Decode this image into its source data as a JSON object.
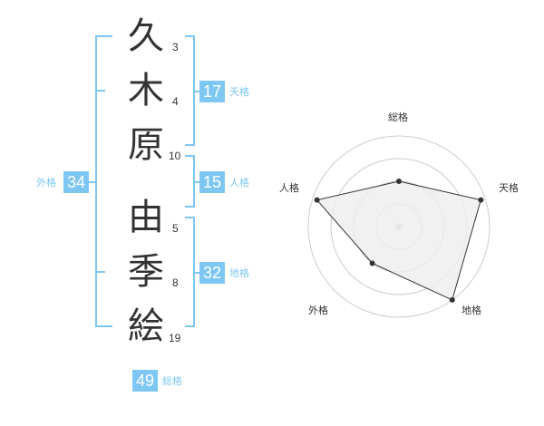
{
  "name_chars": [
    {
      "char": "久",
      "strokes": "3"
    },
    {
      "char": "木",
      "strokes": "4"
    },
    {
      "char": "原",
      "strokes": "10"
    },
    {
      "char": "由",
      "strokes": "5"
    },
    {
      "char": "季",
      "strokes": "8"
    },
    {
      "char": "絵",
      "strokes": "19"
    }
  ],
  "kaku": {
    "tenkaku": {
      "value": "17",
      "label": "天格"
    },
    "jinkaku": {
      "value": "15",
      "label": "人格"
    },
    "chikaku": {
      "value": "32",
      "label": "地格"
    },
    "gaikaku": {
      "value": "34",
      "label": "外格"
    },
    "soukaku": {
      "value": "49",
      "label": "総格"
    }
  },
  "radar": {
    "axes": [
      "総格",
      "天格",
      "地格",
      "外格",
      "人格"
    ],
    "levels": 4,
    "values": [
      0.5,
      0.95,
      1.0,
      0.5,
      0.95
    ],
    "line_color": "#333333",
    "fill_color": "#eeeeee",
    "grid_color": "#cccccc"
  },
  "colors": {
    "accent": "#7dc7f2",
    "text": "#333333"
  }
}
